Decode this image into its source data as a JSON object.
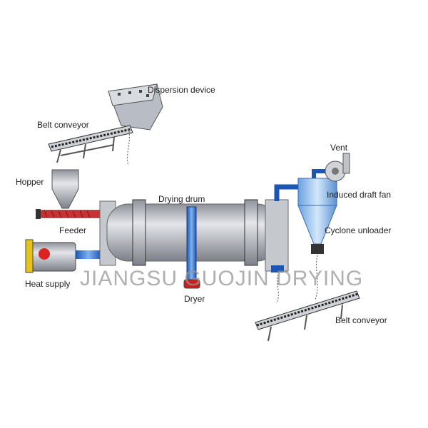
{
  "labels": {
    "dispersion_device": "Dispersion device",
    "belt_conveyor_top": "Belt conveyor",
    "hopper": "Hopper",
    "feeder": "Feeder",
    "heat_supply": "Heat supply",
    "drying_drum": "Drying drum",
    "dryer": "Dryer",
    "vent": "Vent",
    "induced_draft_fan": "Induced draft fan",
    "cyclone_unloader": "Cyclone unloader",
    "belt_conveyor_bottom": "Belt conveyor"
  },
  "watermark": "JIANGSU GUOJIN DRYING",
  "colors": {
    "steel": "#a9acb3",
    "pipe": "#3f7fd6",
    "screw": "#c83232",
    "cyclone": "#9cc6f0"
  }
}
